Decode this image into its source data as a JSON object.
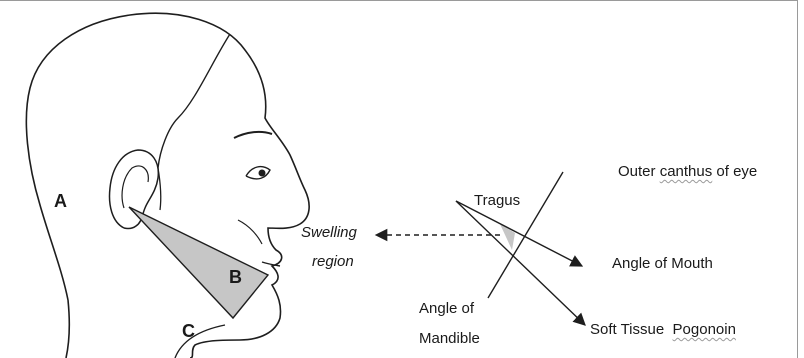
{
  "labels": {
    "region_a": "A",
    "region_b": "B",
    "region_c": "C",
    "tragus": "Tragus",
    "swelling_line1": "Swelling",
    "swelling_line2": "region",
    "outer_canthus_prefix": "Outer ",
    "outer_canthus_word": "canthus",
    "outer_canthus_suffix": " of eye",
    "angle_of_mouth": "Angle of Mouth",
    "angle_of_mandible_line1": "Angle of",
    "angle_of_mandible_line2": "Mandible",
    "soft_tissue_prefix": "Soft Tissue  ",
    "soft_tissue_word": "Pogonoin"
  },
  "colors": {
    "line": "#1e1e1e",
    "triangle_fill": "#c6c6c6",
    "frame": "#9a9a9a"
  }
}
